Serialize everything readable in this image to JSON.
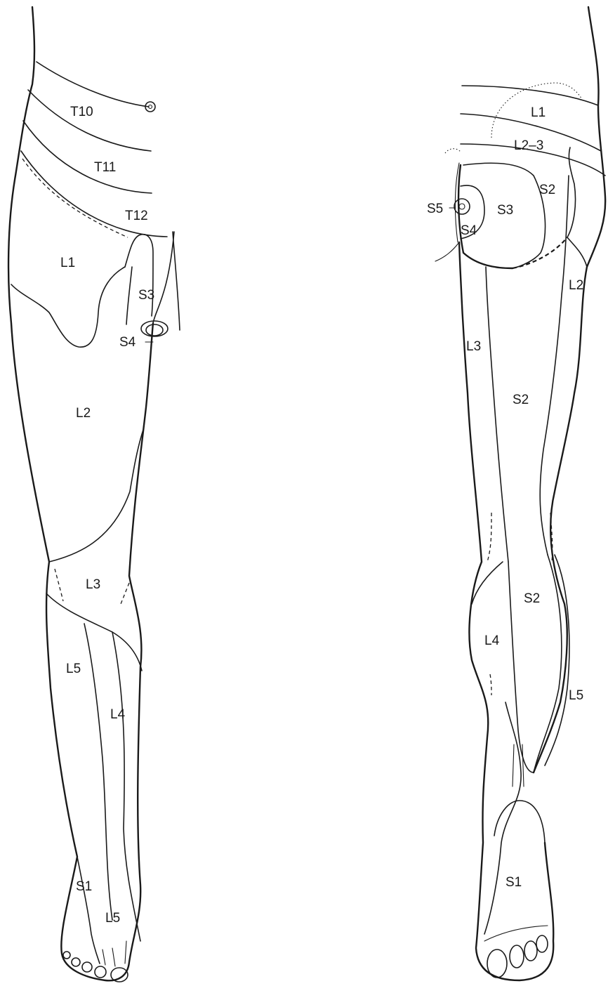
{
  "anterior_view": {
    "labels": {
      "t10": "T10",
      "t11": "T11",
      "t12": "T12",
      "l1": "L1",
      "s3": "S3",
      "s4": "S4",
      "l2": "L2",
      "l3": "L3",
      "l5_leg": "L5",
      "l4": "L4",
      "s1": "S1",
      "l5_foot": "L5"
    }
  },
  "posterior_view": {
    "labels": {
      "l1": "L1",
      "l2_3": "L2–3",
      "s2_buttock": "S2",
      "s5": "S5",
      "s3": "S3",
      "s4": "S4",
      "l2": "L2",
      "l3": "L3",
      "s2_thigh": "S2",
      "s2_calf": "S2",
      "l4": "L4",
      "l5": "L5",
      "s1": "S1"
    }
  },
  "colors": {
    "ink": "#1a1a1a",
    "background": "#ffffff"
  }
}
